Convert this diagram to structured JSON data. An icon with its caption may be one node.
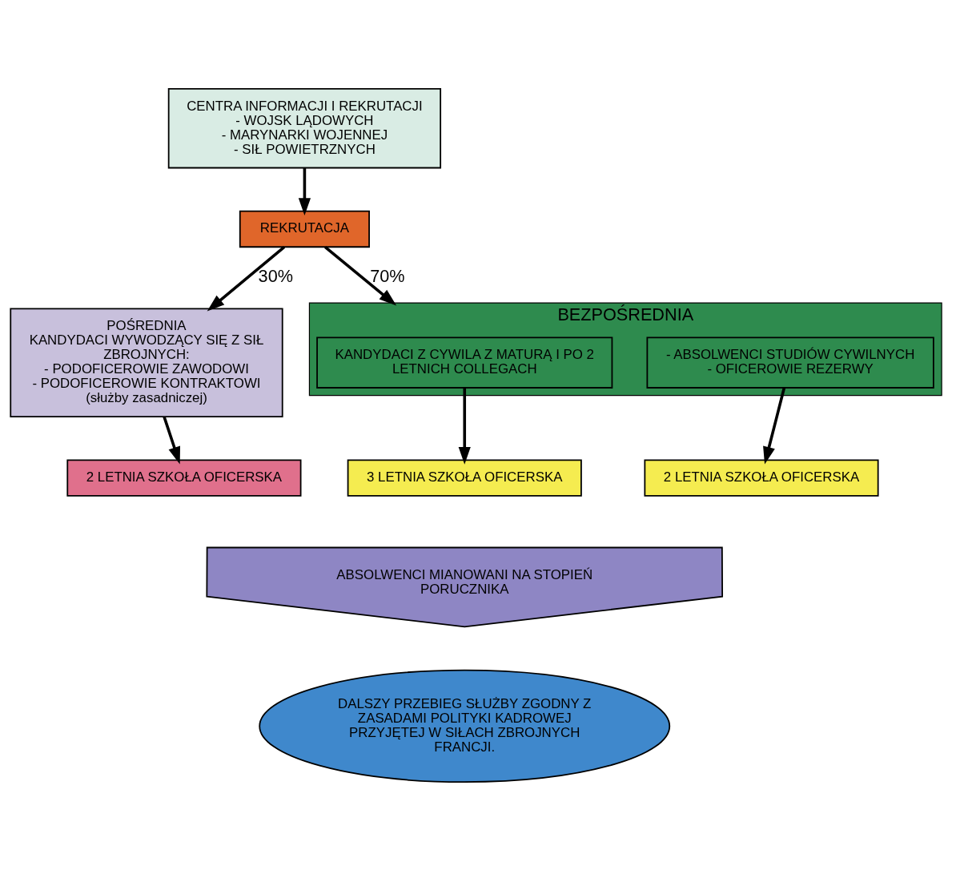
{
  "diagram": {
    "nodes": [
      {
        "text": [
          "CENTRA INFORMACJI I REKRUTACJI",
          "- WOJSK LĄDOWYCH",
          "- MARYNARKI WOJENNEJ",
          "- SIŁ POWIETRZNYCH"
        ]
      },
      {
        "text": [
          "REKRUTACJA"
        ]
      },
      {
        "text": [
          "POŚREDNIA",
          "KANDYDACI WYWODZĄCY SIĘ Z SIŁ ZBROJNYCH:",
          "- PODOFICEROWIE ZAWODOWI",
          "- PODOFICEROWIE KONTRAKTOWI (służby zasadniczej)"
        ]
      },
      {
        "text": [
          "BEZPOŚREDNIA"
        ]
      },
      {
        "text": [
          "KANDYDACI Z CYWILA Z MATURĄ I PO 2 LETNICH COLLEGACH"
        ],
        "in": 3
      },
      {
        "text": [
          "- ABSOLWENCI STUDIÓW CYWILNYCH",
          "- OFICEROWIE REZERWY"
        ],
        "in": 3
      },
      {
        "text": [
          "2 LETNIA SZKOŁA OFICERSKA"
        ]
      },
      {
        "text": [
          "3 LETNIA SZKOŁA OFICERSKA"
        ]
      },
      {
        "text": [
          "2 LETNIA SZKOŁA OFICERSKA"
        ]
      },
      {
        "text": [
          "ABSOLWENCI MIANOWANI NA STOPIEŃ PORUCZNIKA"
        ]
      },
      {
        "text": [
          "DALSZY PRZEBIEG SŁUŻBY ZGODNY Z ZASADAMI POLITYKI KADROWEJ PRZYJĘTEJ W SIŁACH ZBROJNYCH FRANCJI."
        ]
      }
    ],
    "edges": [
      {
        "from": 0,
        "to": 1,
        "arrow": "to"
      },
      {
        "from": 1,
        "to": 2,
        "arrow": "to",
        "label": "30%"
      },
      {
        "from": 1,
        "to": 3,
        "arrow": "to",
        "label": "70%"
      },
      {
        "from": 2,
        "to": 6,
        "arrow": "to"
      },
      {
        "from": 4,
        "to": 7,
        "arrow": "to"
      },
      {
        "from": 5,
        "to": 8,
        "arrow": "to"
      }
    ]
  }
}
